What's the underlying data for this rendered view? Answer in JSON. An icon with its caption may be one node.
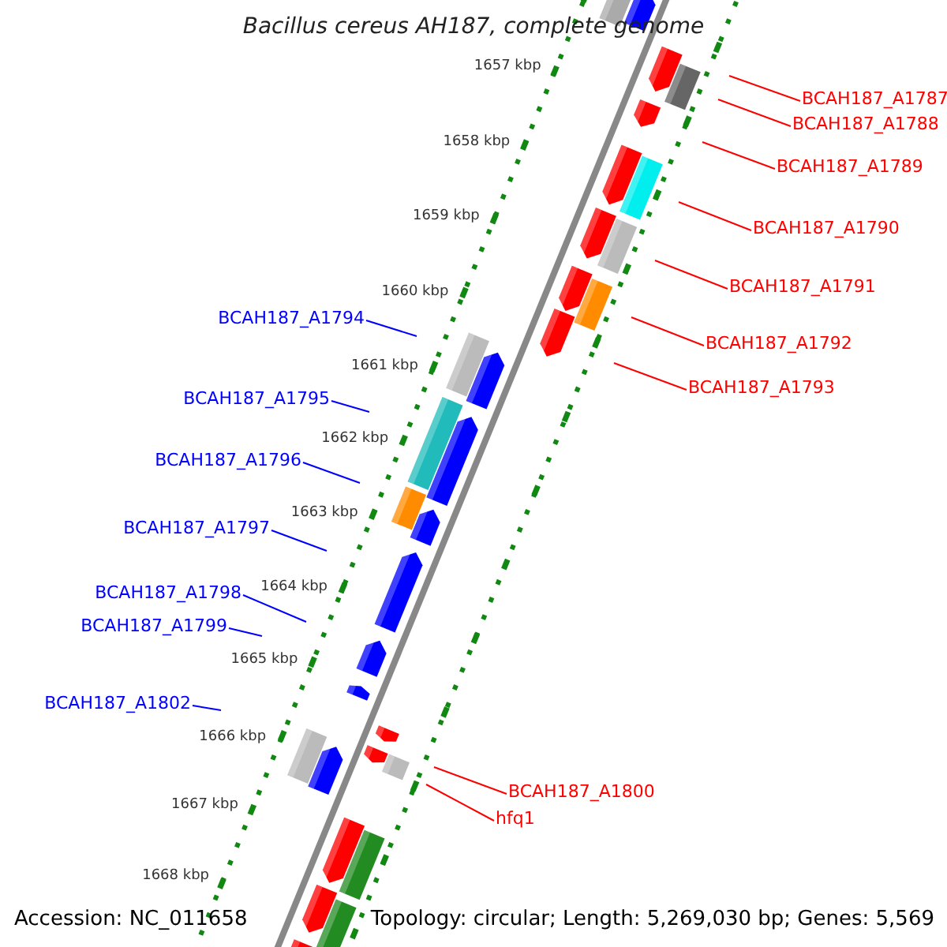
{
  "diagram": {
    "title": "Bacillus cereus AH187, complete genome",
    "nodes": [
      {
        "text": [
          "BCAH187_A1787"
        ]
      },
      {
        "text": [
          "BCAH187_A1788"
        ]
      },
      {
        "text": [
          "BCAH187_A1789"
        ]
      },
      {
        "text": [
          "BCAH187_A1790"
        ]
      },
      {
        "text": [
          "BCAH187_A1791"
        ]
      },
      {
        "text": [
          "BCAH187_A1792"
        ]
      },
      {
        "text": [
          "BCAH187_A1793"
        ]
      },
      {
        "text": [
          "BCAH187_A1794"
        ]
      },
      {
        "text": [
          "BCAH187_A1795"
        ]
      },
      {
        "text": [
          "BCAH187_A1796"
        ]
      },
      {
        "text": [
          "BCAH187_A1797"
        ]
      },
      {
        "text": [
          "BCAH187_A1798"
        ]
      },
      {
        "text": [
          "BCAH187_A1799"
        ]
      },
      {
        "text": [
          "BCAH187_A1802"
        ]
      },
      {
        "text": [
          "BCAH187_A1800"
        ]
      },
      {
        "text": [
          "hfq1"
        ]
      }
    ],
    "edges": [
      {
        "from": 0,
        "to": null,
        "arrow": "none"
      },
      {
        "from": 1,
        "to": null,
        "arrow": "none"
      },
      {
        "from": 2,
        "to": null,
        "arrow": "none"
      },
      {
        "from": 3,
        "to": null,
        "arrow": "none"
      },
      {
        "from": 4,
        "to": null,
        "arrow": "none"
      },
      {
        "from": 5,
        "to": null,
        "arrow": "none"
      },
      {
        "from": 6,
        "to": null,
        "arrow": "none"
      },
      {
        "from": 7,
        "to": null,
        "arrow": "none",
        "color": "#0000ff"
      },
      {
        "from": 8,
        "to": null,
        "arrow": "none",
        "color": "#0000ff"
      },
      {
        "from": 9,
        "to": null,
        "arrow": "none",
        "color": "#0000ff"
      },
      {
        "from": 10,
        "to": null,
        "arrow": "none",
        "color": "#0000ff"
      },
      {
        "from": 11,
        "to": null,
        "arrow": "none",
        "color": "#0000ff"
      },
      {
        "from": 12,
        "to": null,
        "arrow": "none",
        "color": "#0000ff"
      },
      {
        "from": 13,
        "to": null,
        "arrow": "none",
        "color": "#0000ff"
      },
      {
        "from": 14,
        "to": null,
        "arrow": "none"
      },
      {
        "from": 15,
        "to": null,
        "arrow": "none"
      }
    ],
    "labels": [
      "1657 kbp",
      "1658 kbp",
      "1659 kbp",
      "1660 kbp",
      "1661 kbp",
      "1662 kbp",
      "1663 kbp",
      "1664 kbp",
      "1665 kbp",
      "1666 kbp",
      "1667 kbp",
      "1668 kbp",
      "Accession: NC_011658",
      "Topology: circular; Length: 5,269,030 bp; Genes: 5,569"
    ]
  }
}
